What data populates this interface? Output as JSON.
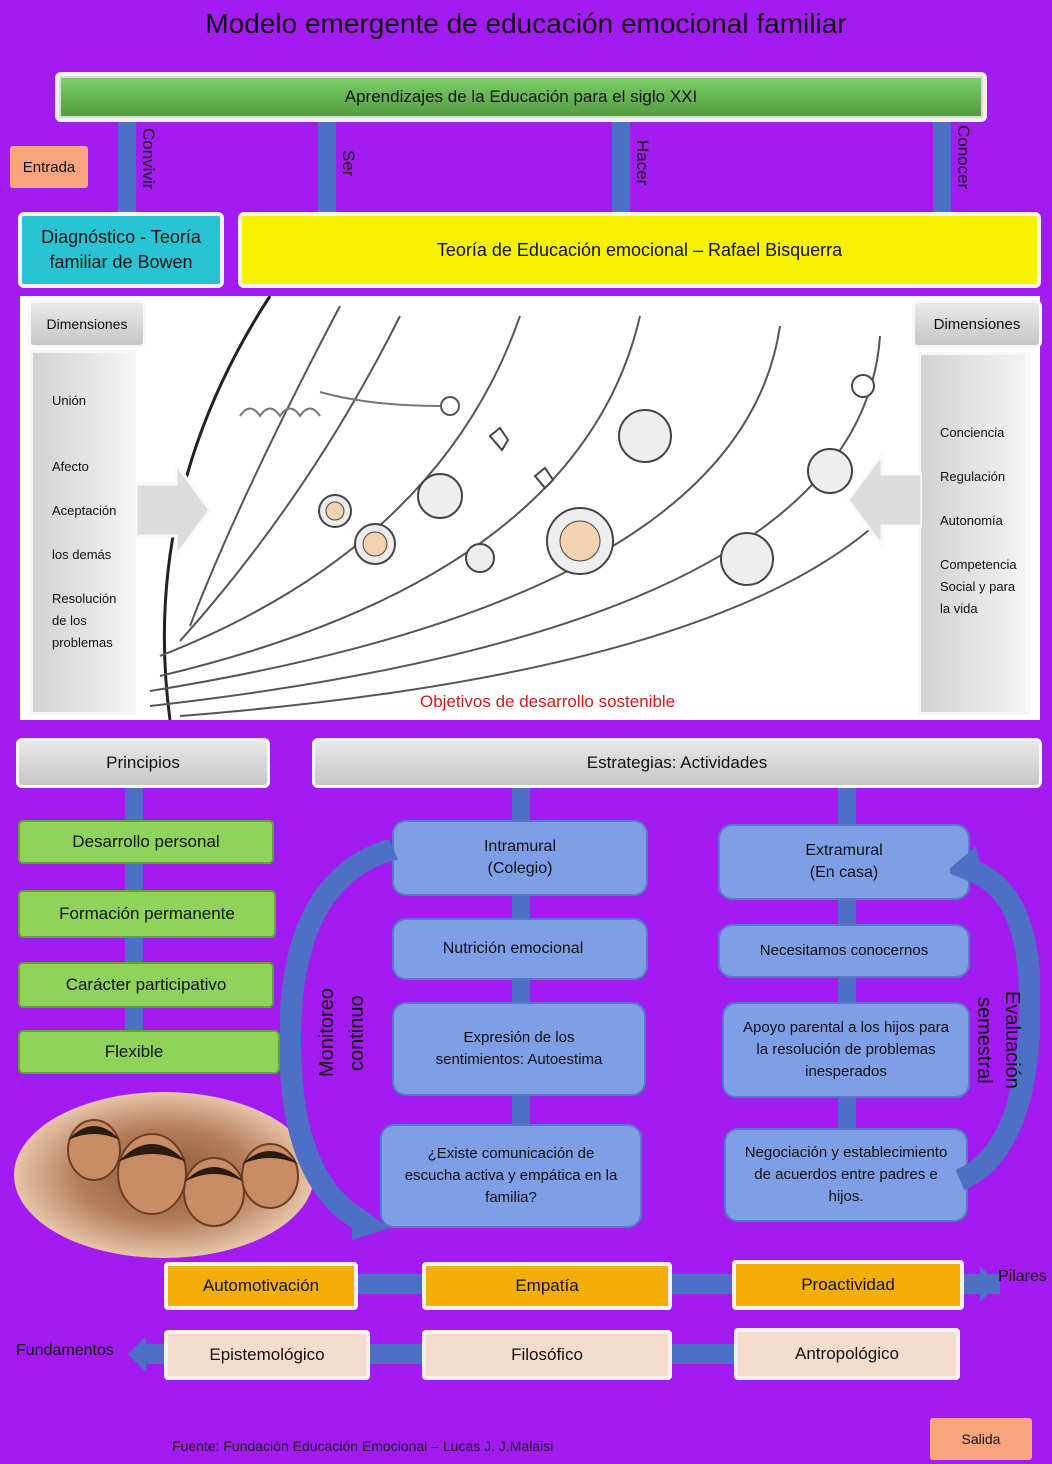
{
  "title": "Modelo emergente de educación emocional familiar",
  "top_bar": "Aprendizajes de la Educación para el siglo XXI",
  "pillars_top": [
    "Convivir",
    "Ser",
    "Hacer",
    "Conocer"
  ],
  "entrada": "Entrada",
  "diagnostico": "Diagnóstico - Teoría familiar de Bowen",
  "teoria": "Teoría de Educación emocional – Rafael Bisquerra",
  "left_panel": {
    "title": "Dimensiones",
    "items": [
      "Unión",
      "Afecto",
      "Aceptación",
      "los demás",
      "Resolución de los problemas"
    ]
  },
  "right_panel": {
    "title": "Dimensiones",
    "items": [
      "Conciencia",
      "Regulación",
      "Autonomía",
      "Competencia Social y para la vida"
    ]
  },
  "ods_label": "Objetivos de desarrollo sostenible",
  "principios": {
    "title": "Principios",
    "items": [
      "Desarrollo personal",
      "Formación permanente",
      "Carácter participativo",
      "Flexible"
    ]
  },
  "estrategias": {
    "title": "Estrategias: Actividades",
    "intramural": [
      "Intramural (Colegio)",
      "Nutrición emocional",
      "Expresión de los sentimientos: Autoestima",
      "¿Existe comunicación de escucha activa y empática en la familia?"
    ],
    "extramural": [
      "Extramural (En casa)",
      "Necesitamos conocernos",
      "Apoyo parental a los hijos para la resolución de problemas inesperados",
      "Negociación y establecimiento de acuerdos entre padres e hijos."
    ]
  },
  "monitoreo": "Monitoreo continuo",
  "evaluacion": "Evaluación semestral",
  "pilares": {
    "label": "Pilares",
    "items": [
      "Automotivación",
      "Empatía",
      "Proactividad"
    ]
  },
  "fundamentos": {
    "label": "Fundamentos",
    "items": [
      "Epistemológico",
      "Filosófico",
      "Antropológico"
    ]
  },
  "fuente": "Fuente: Fundación Educación Emocional – Lucas J. J.Malaisi",
  "salida": "Salida"
}
